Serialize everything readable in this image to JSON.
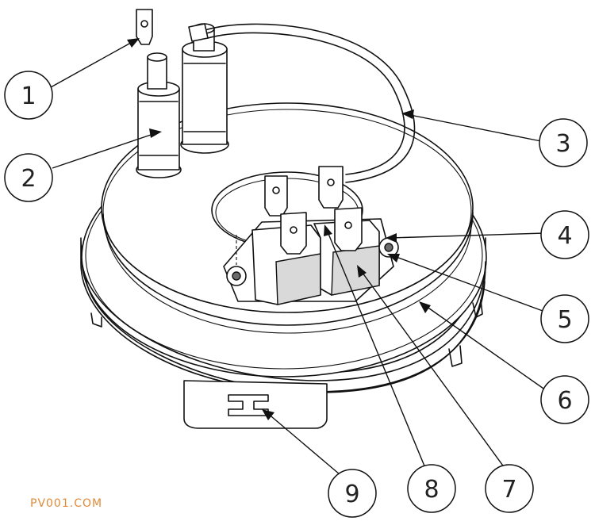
{
  "callouts": [
    {
      "label": "1"
    },
    {
      "label": "2"
    },
    {
      "label": "3"
    },
    {
      "label": "4"
    },
    {
      "label": "5"
    },
    {
      "label": "6"
    },
    {
      "label": "7"
    },
    {
      "label": "8"
    },
    {
      "label": "9"
    }
  ],
  "watermark": "PV001.COM"
}
